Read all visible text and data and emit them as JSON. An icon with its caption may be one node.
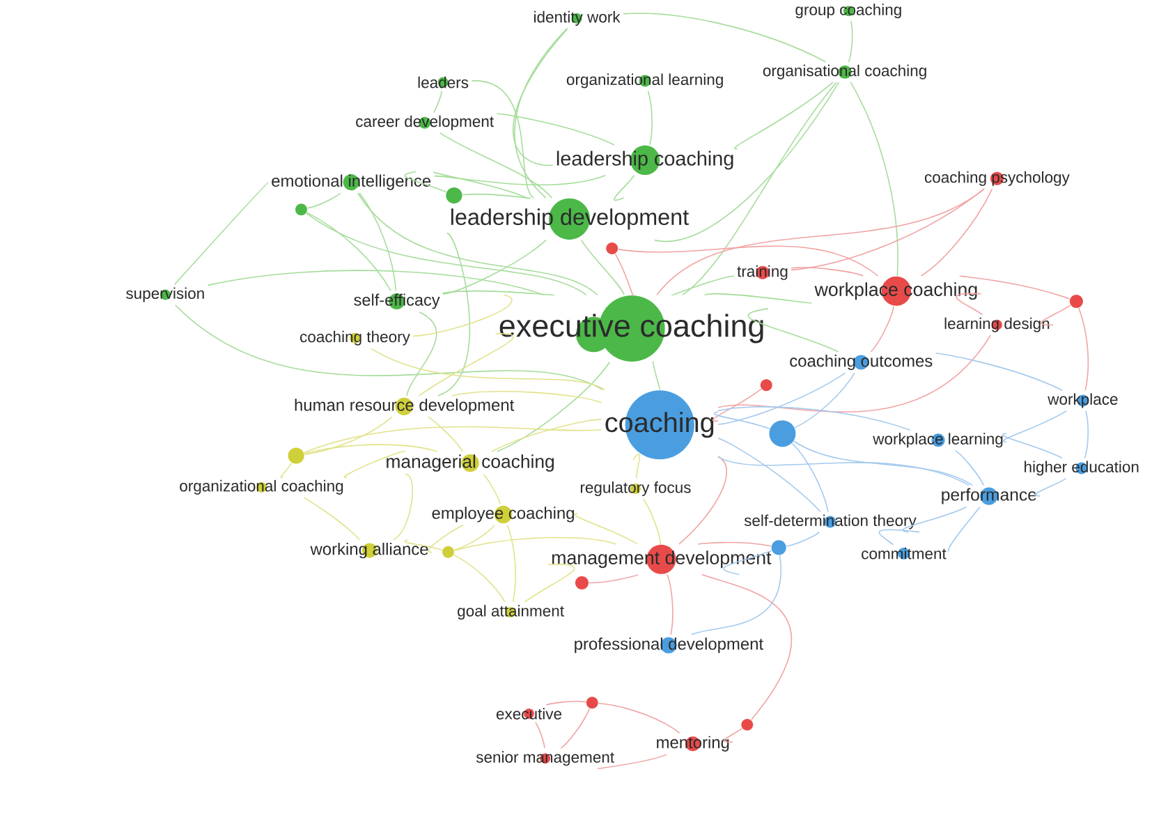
{
  "diagram": {
    "nodes": [
      {
        "text": [
          "identity work"
        ]
      },
      {
        "text": [
          "group coaching"
        ]
      },
      {
        "text": [
          "leaders"
        ]
      },
      {
        "text": [
          "organizational learning"
        ]
      },
      {
        "text": [
          "organisational coaching"
        ]
      },
      {
        "text": [
          "career development"
        ]
      },
      {
        "text": [
          "leadership coaching"
        ]
      },
      {
        "text": [
          "emotional intelligence"
        ]
      },
      {
        "text": [],
        "shape": "circle"
      },
      {
        "text": [],
        "shape": "circle"
      },
      {
        "text": [
          "leadership development"
        ]
      },
      {
        "text": [
          "supervision"
        ]
      },
      {
        "text": [
          "self-efficacy"
        ]
      },
      {
        "text": [
          "executive coaching"
        ]
      },
      {
        "text": [],
        "shape": "circle",
        "in": 13
      },
      {
        "text": [
          "coaching theory"
        ]
      },
      {
        "text": [
          "human resource development"
        ]
      },
      {
        "text": [],
        "shape": "circle"
      },
      {
        "text": [
          "organizational coaching"
        ]
      },
      {
        "text": [
          "managerial coaching"
        ]
      },
      {
        "text": [
          "regulatory focus"
        ]
      },
      {
        "text": [
          "employee coaching"
        ]
      },
      {
        "text": [
          "working alliance"
        ]
      },
      {
        "text": [],
        "shape": "circle"
      },
      {
        "text": [
          "goal attainment"
        ]
      },
      {
        "text": [
          "coaching psychology"
        ]
      },
      {
        "text": [],
        "shape": "circle"
      },
      {
        "text": [
          "training"
        ]
      },
      {
        "text": [
          "workplace coaching"
        ]
      },
      {
        "text": [],
        "shape": "circle"
      },
      {
        "text": [
          "learning design"
        ]
      },
      {
        "text": [],
        "shape": "circle"
      },
      {
        "text": [
          "management development"
        ]
      },
      {
        "text": [],
        "shape": "circle"
      },
      {
        "text": [
          "executive"
        ]
      },
      {
        "text": [],
        "shape": "circle"
      },
      {
        "text": [],
        "shape": "circle"
      },
      {
        "text": [
          "mentoring"
        ]
      },
      {
        "text": [
          "senior management"
        ]
      },
      {
        "text": [
          "coaching outcomes"
        ]
      },
      {
        "text": [
          "workplace"
        ]
      },
      {
        "text": [
          "coaching"
        ]
      },
      {
        "text": [],
        "shape": "circle"
      },
      {
        "text": [
          "workplace learning"
        ]
      },
      {
        "text": [
          "higher education"
        ]
      },
      {
        "text": [
          "performance"
        ]
      },
      {
        "text": [
          "self-determination theory"
        ]
      },
      {
        "text": [],
        "shape": "circle"
      },
      {
        "text": [
          "commitment"
        ]
      },
      {
        "text": [
          "professional development"
        ]
      }
    ],
    "edges": [
      {
        "from": 0,
        "to": 6,
        "arrow": "none"
      },
      {
        "from": 0,
        "to": 10,
        "arrow": "none"
      },
      {
        "from": 0,
        "to": 4,
        "arrow": "none"
      },
      {
        "from": 1,
        "to": 4,
        "arrow": "none"
      },
      {
        "from": 2,
        "to": 10,
        "arrow": "none"
      },
      {
        "from": 2,
        "to": 5,
        "arrow": "none"
      },
      {
        "from": 3,
        "to": 6,
        "arrow": "none"
      },
      {
        "from": 4,
        "to": 13,
        "arrow": "none"
      },
      {
        "from": 4,
        "to": 28,
        "arrow": "none"
      },
      {
        "from": 4,
        "to": 6,
        "arrow": "none"
      },
      {
        "from": 4,
        "to": 10,
        "arrow": "none"
      },
      {
        "from": 5,
        "to": 10,
        "arrow": "none"
      },
      {
        "from": 5,
        "to": 6,
        "arrow": "none"
      },
      {
        "from": 6,
        "to": 10,
        "arrow": "none"
      },
      {
        "from": 6,
        "to": 7,
        "arrow": "none"
      },
      {
        "from": 7,
        "to": 10,
        "arrow": "none"
      },
      {
        "from": 7,
        "to": 13,
        "arrow": "none"
      },
      {
        "from": 7,
        "to": 9,
        "arrow": "none"
      },
      {
        "from": 7,
        "to": 8,
        "arrow": "none"
      },
      {
        "from": 7,
        "to": 12,
        "arrow": "none"
      },
      {
        "from": 8,
        "to": 10,
        "arrow": "none"
      },
      {
        "from": 9,
        "to": 13,
        "arrow": "none"
      },
      {
        "from": 9,
        "to": 12,
        "arrow": "none"
      },
      {
        "from": 10,
        "to": 13,
        "arrow": "none"
      },
      {
        "from": 10,
        "to": 12,
        "arrow": "none"
      },
      {
        "from": 10,
        "to": 16,
        "arrow": "none"
      },
      {
        "from": 11,
        "to": 13,
        "arrow": "none"
      },
      {
        "from": 11,
        "to": 7,
        "arrow": "none"
      },
      {
        "from": 11,
        "to": 41,
        "arrow": "none"
      },
      {
        "from": 12,
        "to": 13,
        "arrow": "none"
      },
      {
        "from": 12,
        "to": 16,
        "arrow": "none"
      },
      {
        "from": 13,
        "to": 41,
        "arrow": "none"
      },
      {
        "from": 13,
        "to": 28,
        "arrow": "none"
      },
      {
        "from": 13,
        "to": 27,
        "arrow": "none"
      },
      {
        "from": 13,
        "to": 39,
        "arrow": "none"
      },
      {
        "from": 13,
        "to": 19,
        "arrow": "none"
      },
      {
        "from": 15,
        "to": 41,
        "arrow": "none",
        "color": "#e2e28c"
      },
      {
        "from": 15,
        "to": 13,
        "arrow": "none",
        "color": "#e2e28c"
      },
      {
        "from": 16,
        "to": 41,
        "arrow": "none",
        "color": "#e2e28c"
      },
      {
        "from": 16,
        "to": 13,
        "arrow": "none",
        "color": "#e2e28c"
      },
      {
        "from": 16,
        "to": 17,
        "arrow": "none",
        "color": "#e2e28c"
      },
      {
        "from": 16,
        "to": 19,
        "arrow": "none",
        "color": "#e2e28c"
      },
      {
        "from": 17,
        "to": 18,
        "arrow": "none",
        "color": "#e2e28c"
      },
      {
        "from": 17,
        "to": 19,
        "arrow": "none",
        "color": "#e2e28c"
      },
      {
        "from": 17,
        "to": 41,
        "arrow": "none",
        "color": "#e2e28c"
      },
      {
        "from": 18,
        "to": 22,
        "arrow": "none",
        "color": "#e2e28c"
      },
      {
        "from": 18,
        "to": 19,
        "arrow": "none",
        "color": "#e2e28c"
      },
      {
        "from": 19,
        "to": 41,
        "arrow": "none",
        "color": "#e2e28c"
      },
      {
        "from": 19,
        "to": 21,
        "arrow": "none",
        "color": "#e2e28c"
      },
      {
        "from": 19,
        "to": 22,
        "arrow": "none",
        "color": "#e2e28c"
      },
      {
        "from": 20,
        "to": 41,
        "arrow": "none",
        "color": "#e2e28c"
      },
      {
        "from": 20,
        "to": 32,
        "arrow": "none",
        "color": "#e2e28c"
      },
      {
        "from": 21,
        "to": 23,
        "arrow": "none",
        "color": "#e2e28c"
      },
      {
        "from": 21,
        "to": 32,
        "arrow": "none",
        "color": "#e2e28c"
      },
      {
        "from": 21,
        "to": 24,
        "arrow": "none",
        "color": "#e2e28c"
      },
      {
        "from": 21,
        "to": 22,
        "arrow": "none",
        "color": "#e2e28c"
      },
      {
        "from": 22,
        "to": 23,
        "arrow": "none",
        "color": "#e2e28c"
      },
      {
        "from": 23,
        "to": 24,
        "arrow": "none",
        "color": "#e2e28c"
      },
      {
        "from": 23,
        "to": 32,
        "arrow": "none",
        "color": "#e2e28c"
      },
      {
        "from": 24,
        "to": 32,
        "arrow": "none",
        "color": "#e2e28c"
      },
      {
        "from": 25,
        "to": 28,
        "arrow": "none",
        "color": "#f0a3a3"
      },
      {
        "from": 25,
        "to": 13,
        "arrow": "none",
        "color": "#f0a3a3"
      },
      {
        "from": 25,
        "to": 27,
        "arrow": "none",
        "color": "#f0a3a3"
      },
      {
        "from": 26,
        "to": 13,
        "arrow": "none",
        "color": "#f0a3a3"
      },
      {
        "from": 26,
        "to": 28,
        "arrow": "none",
        "color": "#f0a3a3"
      },
      {
        "from": 27,
        "to": 28,
        "arrow": "none",
        "color": "#f0a3a3"
      },
      {
        "from": 28,
        "to": 29,
        "arrow": "none",
        "color": "#f0a3a3"
      },
      {
        "from": 28,
        "to": 30,
        "arrow": "none",
        "color": "#f0a3a3"
      },
      {
        "from": 28,
        "to": 39,
        "arrow": "none",
        "color": "#f0a3a3"
      },
      {
        "from": 29,
        "to": 30,
        "arrow": "none",
        "color": "#f0a3a3"
      },
      {
        "from": 29,
        "to": 40,
        "arrow": "none",
        "color": "#f0a3a3"
      },
      {
        "from": 30,
        "to": 41,
        "arrow": "none",
        "color": "#f0a3a3"
      },
      {
        "from": 31,
        "to": 41,
        "arrow": "none",
        "color": "#f0a3a3"
      },
      {
        "from": 32,
        "to": 41,
        "arrow": "none",
        "color": "#f0a3a3"
      },
      {
        "from": 32,
        "to": 33,
        "arrow": "none",
        "color": "#f0a3a3"
      },
      {
        "from": 32,
        "to": 36,
        "arrow": "none",
        "color": "#f0a3a3"
      },
      {
        "from": 32,
        "to": 47,
        "arrow": "none",
        "color": "#f0a3a3"
      },
      {
        "from": 32,
        "to": 49,
        "arrow": "none",
        "color": "#f0a3a3"
      },
      {
        "from": 34,
        "to": 35,
        "arrow": "none",
        "color": "#f0a3a3"
      },
      {
        "from": 34,
        "to": 38,
        "arrow": "none",
        "color": "#f0a3a3"
      },
      {
        "from": 35,
        "to": 37,
        "arrow": "none",
        "color": "#f0a3a3"
      },
      {
        "from": 35,
        "to": 38,
        "arrow": "none",
        "color": "#f0a3a3"
      },
      {
        "from": 36,
        "to": 37,
        "arrow": "none",
        "color": "#f0a3a3"
      },
      {
        "from": 37,
        "to": 38,
        "arrow": "none",
        "color": "#f0a3a3"
      },
      {
        "from": 39,
        "to": 41,
        "arrow": "none",
        "color": "#a3c9ee"
      },
      {
        "from": 39,
        "to": 42,
        "arrow": "none",
        "color": "#a3c9ee"
      },
      {
        "from": 39,
        "to": 40,
        "arrow": "none",
        "color": "#a3c9ee"
      },
      {
        "from": 40,
        "to": 43,
        "arrow": "none",
        "color": "#a3c9ee"
      },
      {
        "from": 40,
        "to": 44,
        "arrow": "none",
        "color": "#a3c9ee"
      },
      {
        "from": 41,
        "to": 42,
        "arrow": "none",
        "color": "#a3c9ee"
      },
      {
        "from": 41,
        "to": 43,
        "arrow": "none",
        "color": "#a3c9ee"
      },
      {
        "from": 41,
        "to": 45,
        "arrow": "none",
        "color": "#a3c9ee"
      },
      {
        "from": 41,
        "to": 46,
        "arrow": "none",
        "color": "#a3c9ee"
      },
      {
        "from": 42,
        "to": 45,
        "arrow": "none",
        "color": "#a3c9ee"
      },
      {
        "from": 42,
        "to": 46,
        "arrow": "none",
        "color": "#a3c9ee"
      },
      {
        "from": 43,
        "to": 45,
        "arrow": "none",
        "color": "#a3c9ee"
      },
      {
        "from": 43,
        "to": 44,
        "arrow": "none",
        "color": "#a3c9ee"
      },
      {
        "from": 44,
        "to": 45,
        "arrow": "none",
        "color": "#a3c9ee"
      },
      {
        "from": 45,
        "to": 46,
        "arrow": "none",
        "color": "#a3c9ee"
      },
      {
        "from": 45,
        "to": 48,
        "arrow": "none",
        "color": "#a3c9ee"
      },
      {
        "from": 46,
        "to": 48,
        "arrow": "none",
        "color": "#a3c9ee"
      },
      {
        "from": 46,
        "to": 47,
        "arrow": "none",
        "color": "#a3c9ee"
      },
      {
        "from": 47,
        "to": 49,
        "arrow": "none",
        "color": "#a3c9ee"
      },
      {
        "from": 47,
        "to": 32,
        "arrow": "none",
        "color": "#a3c9ee"
      }
    ]
  }
}
